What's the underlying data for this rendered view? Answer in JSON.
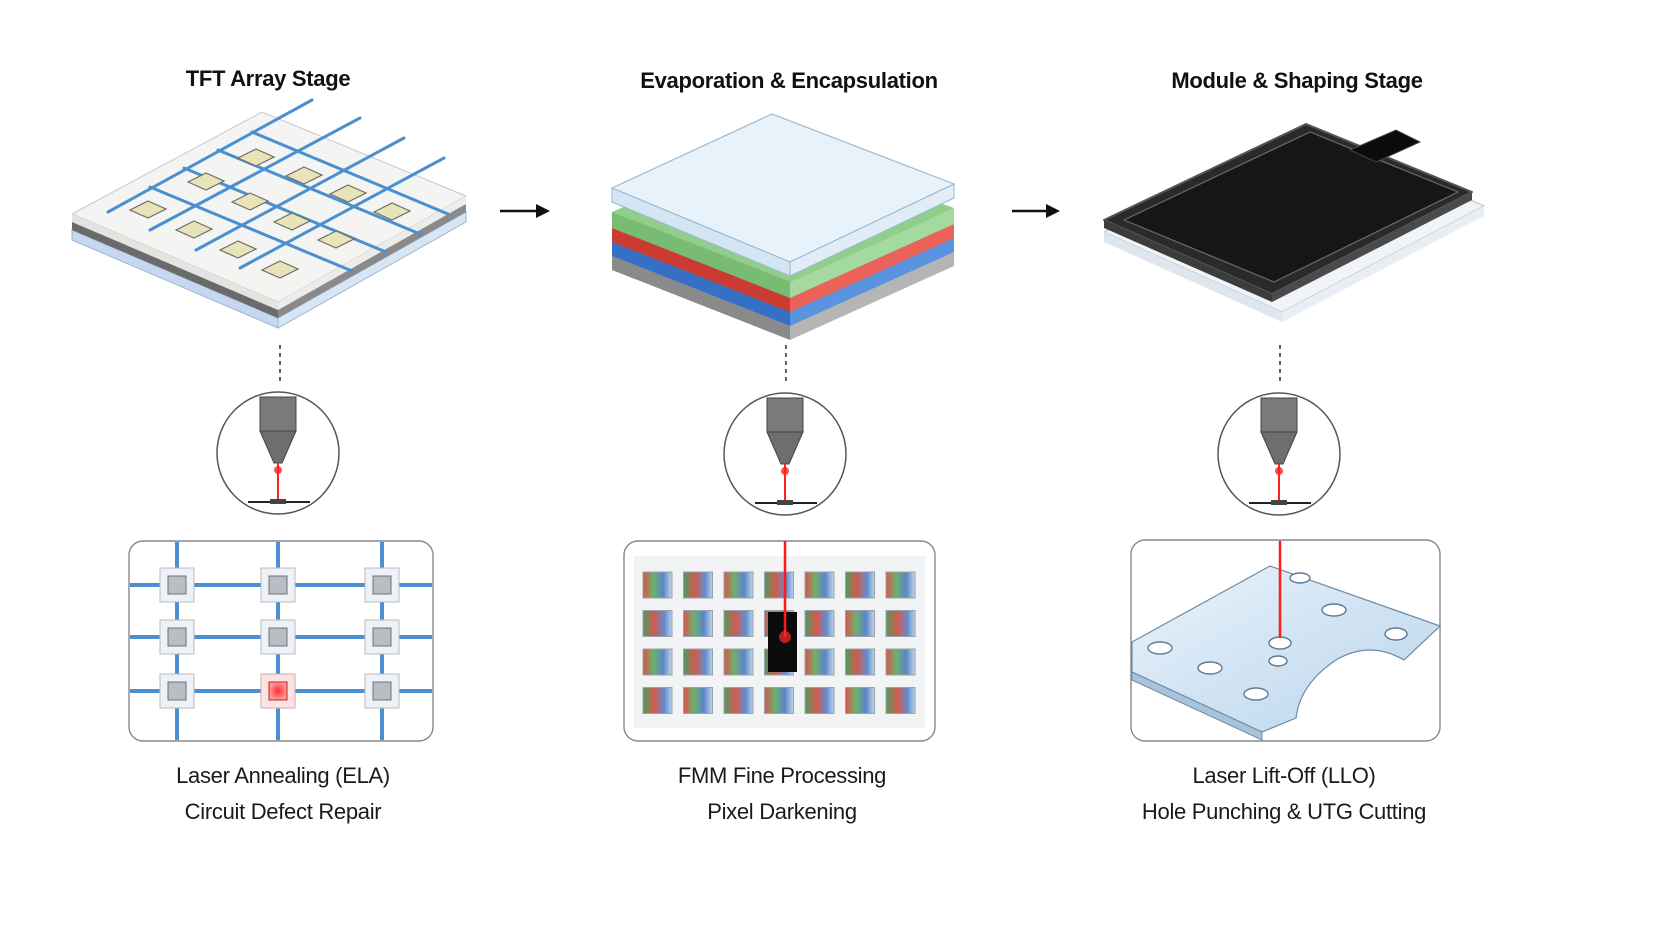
{
  "stages": [
    {
      "title": "TFT Array Stage",
      "caption_line1": "Laser Annealing (ELA)",
      "caption_line2": "Circuit Defect Repair"
    },
    {
      "title": "Evaporation & Encapsulation",
      "caption_line1": "FMM Fine Processing",
      "caption_line2": "Pixel Darkening"
    },
    {
      "title": "Module & Shaping Stage",
      "caption_line1": "Laser Lift-Off (LLO)",
      "caption_line2": "Hole Punching & UTG Cutting"
    }
  ],
  "colors": {
    "circuit_line": "#4a90d0",
    "laser": "#e8202a",
    "layer_green": "#8fcf8a",
    "layer_red": "#e24a3f",
    "layer_blue": "#3f7fd6",
    "layer_glass": "#e8f2fa",
    "phone_screen": "#161616"
  },
  "icons": [
    "arrow-right-icon",
    "laser-head-icon"
  ]
}
